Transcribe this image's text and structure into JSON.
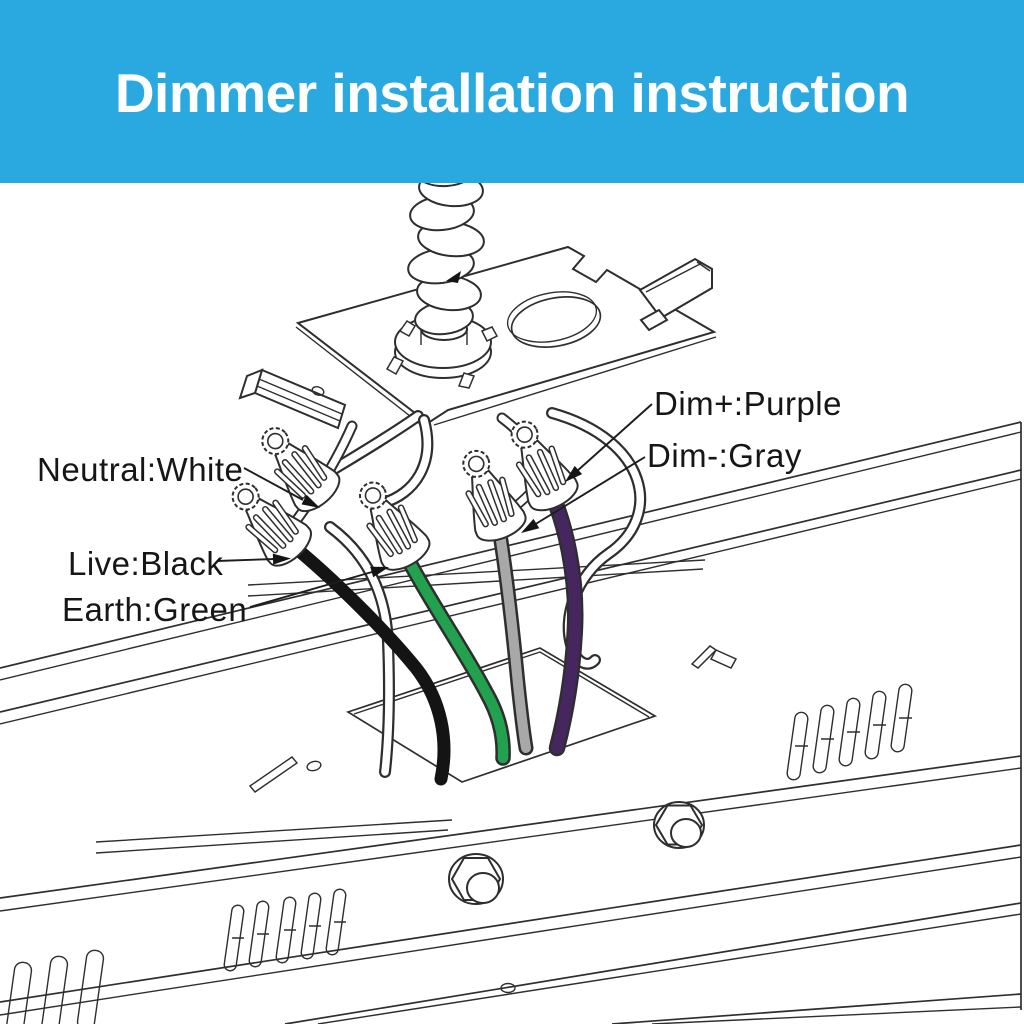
{
  "banner": {
    "title": "Dimmer installation instruction"
  },
  "wire_labels": {
    "neutral": "Neutral:White",
    "live": "Live:Black",
    "earth": "Earth:Green",
    "dim_plus": "Dim+:Purple",
    "dim_minus": "Dim-:Gray"
  },
  "colors": {
    "banner_bg": "#29A9E0",
    "banner_text": "#FFFFFF",
    "line": "#2E2E2E",
    "wire_black": "#141414",
    "wire_green": "#22A24E",
    "wire_gray": "#A8A8A8",
    "wire_purple": "#45265E",
    "wire_white": "#FFFFFF"
  }
}
